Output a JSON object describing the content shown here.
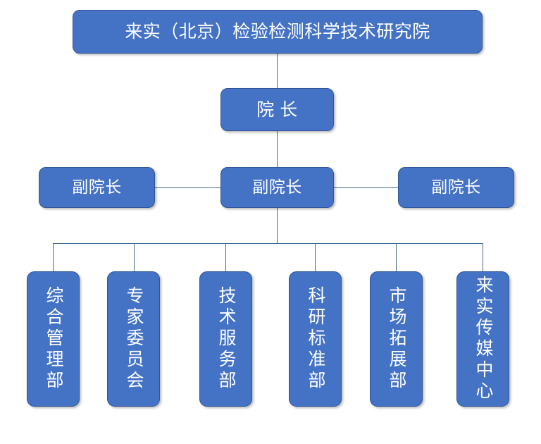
{
  "diagram": {
    "title": "来实（北京）检验检测科学技术研究院",
    "type": "organization-chart",
    "background_color": "#FFFFFF",
    "node_fill_color": "#4472C4",
    "node_border_color": "#2F5597",
    "node_text_color": "#FFFFFF",
    "connector_color": "#41688F"
  },
  "levels": {
    "root": {
      "label": "来实（北京）检验检测科学技术研究院"
    },
    "director": {
      "label": "院 长"
    },
    "deputies": [
      {
        "label": "副院长"
      },
      {
        "label": "副院长"
      },
      {
        "label": "副院长"
      }
    ],
    "departments": [
      {
        "label": "综合管理部"
      },
      {
        "label": "专家委员会"
      },
      {
        "label": "技术服务部"
      },
      {
        "label": "科研标准部"
      },
      {
        "label": "市场拓展部"
      },
      {
        "label": "来实传媒中心"
      }
    ]
  }
}
